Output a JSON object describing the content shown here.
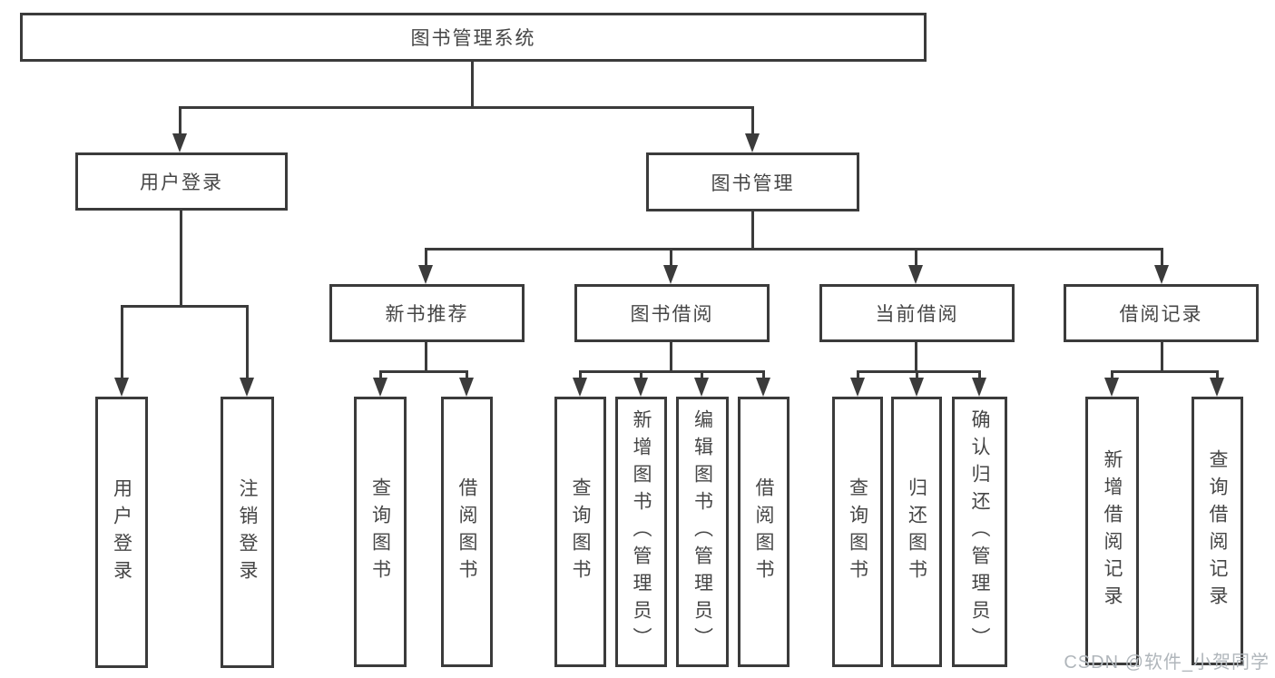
{
  "tree": {
    "root": "图书管理系统",
    "user_login": {
      "label": "用户登录",
      "children": [
        "用户登录",
        "注销登录"
      ]
    },
    "book_mgmt": {
      "label": "图书管理"
    },
    "new_books": {
      "label": "新书推荐",
      "children": [
        "查询图书",
        "借阅图书"
      ]
    },
    "borrowing": {
      "label": "图书借阅",
      "children": [
        "查询图书",
        "新增图书（管理员）",
        "编辑图书（管理员）",
        "借阅图书"
      ]
    },
    "current": {
      "label": "当前借阅",
      "children": [
        "查询图书",
        "归还图书",
        "确认归还（管理员）"
      ]
    },
    "records": {
      "label": "借阅记录",
      "children": [
        "新增借阅记录",
        "查询借阅记录"
      ]
    }
  },
  "watermark": {
    "text": "CSDN @软件_小贺同学"
  },
  "colors": {
    "line": "#3b3b3b",
    "text": "#464646",
    "background": "#ffffff",
    "watermark": "#b0b6bb"
  }
}
